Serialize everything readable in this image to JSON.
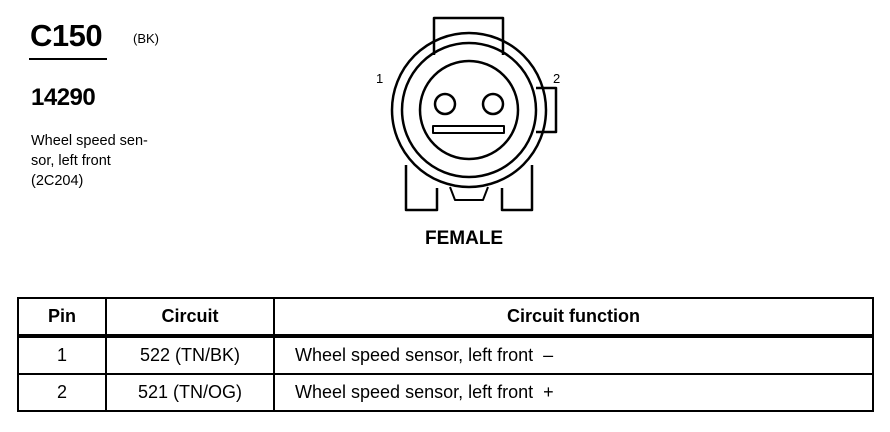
{
  "connector": {
    "id": "C150",
    "color_code": "(BK)",
    "part_number": "14290",
    "description": "Wheel speed sen-\nsor, left front\n(2C204)",
    "pin_labels": [
      "1",
      "2"
    ],
    "gender": "FEMALE"
  },
  "table": {
    "headers": [
      "Pin",
      "Circuit",
      "Circuit function"
    ],
    "rows": [
      [
        "1",
        "522 (TN/BK)",
        "Wheel speed sensor, left front  –"
      ],
      [
        "2",
        "521 (TN/OG)",
        "Wheel speed sensor, left front  +"
      ]
    ]
  }
}
